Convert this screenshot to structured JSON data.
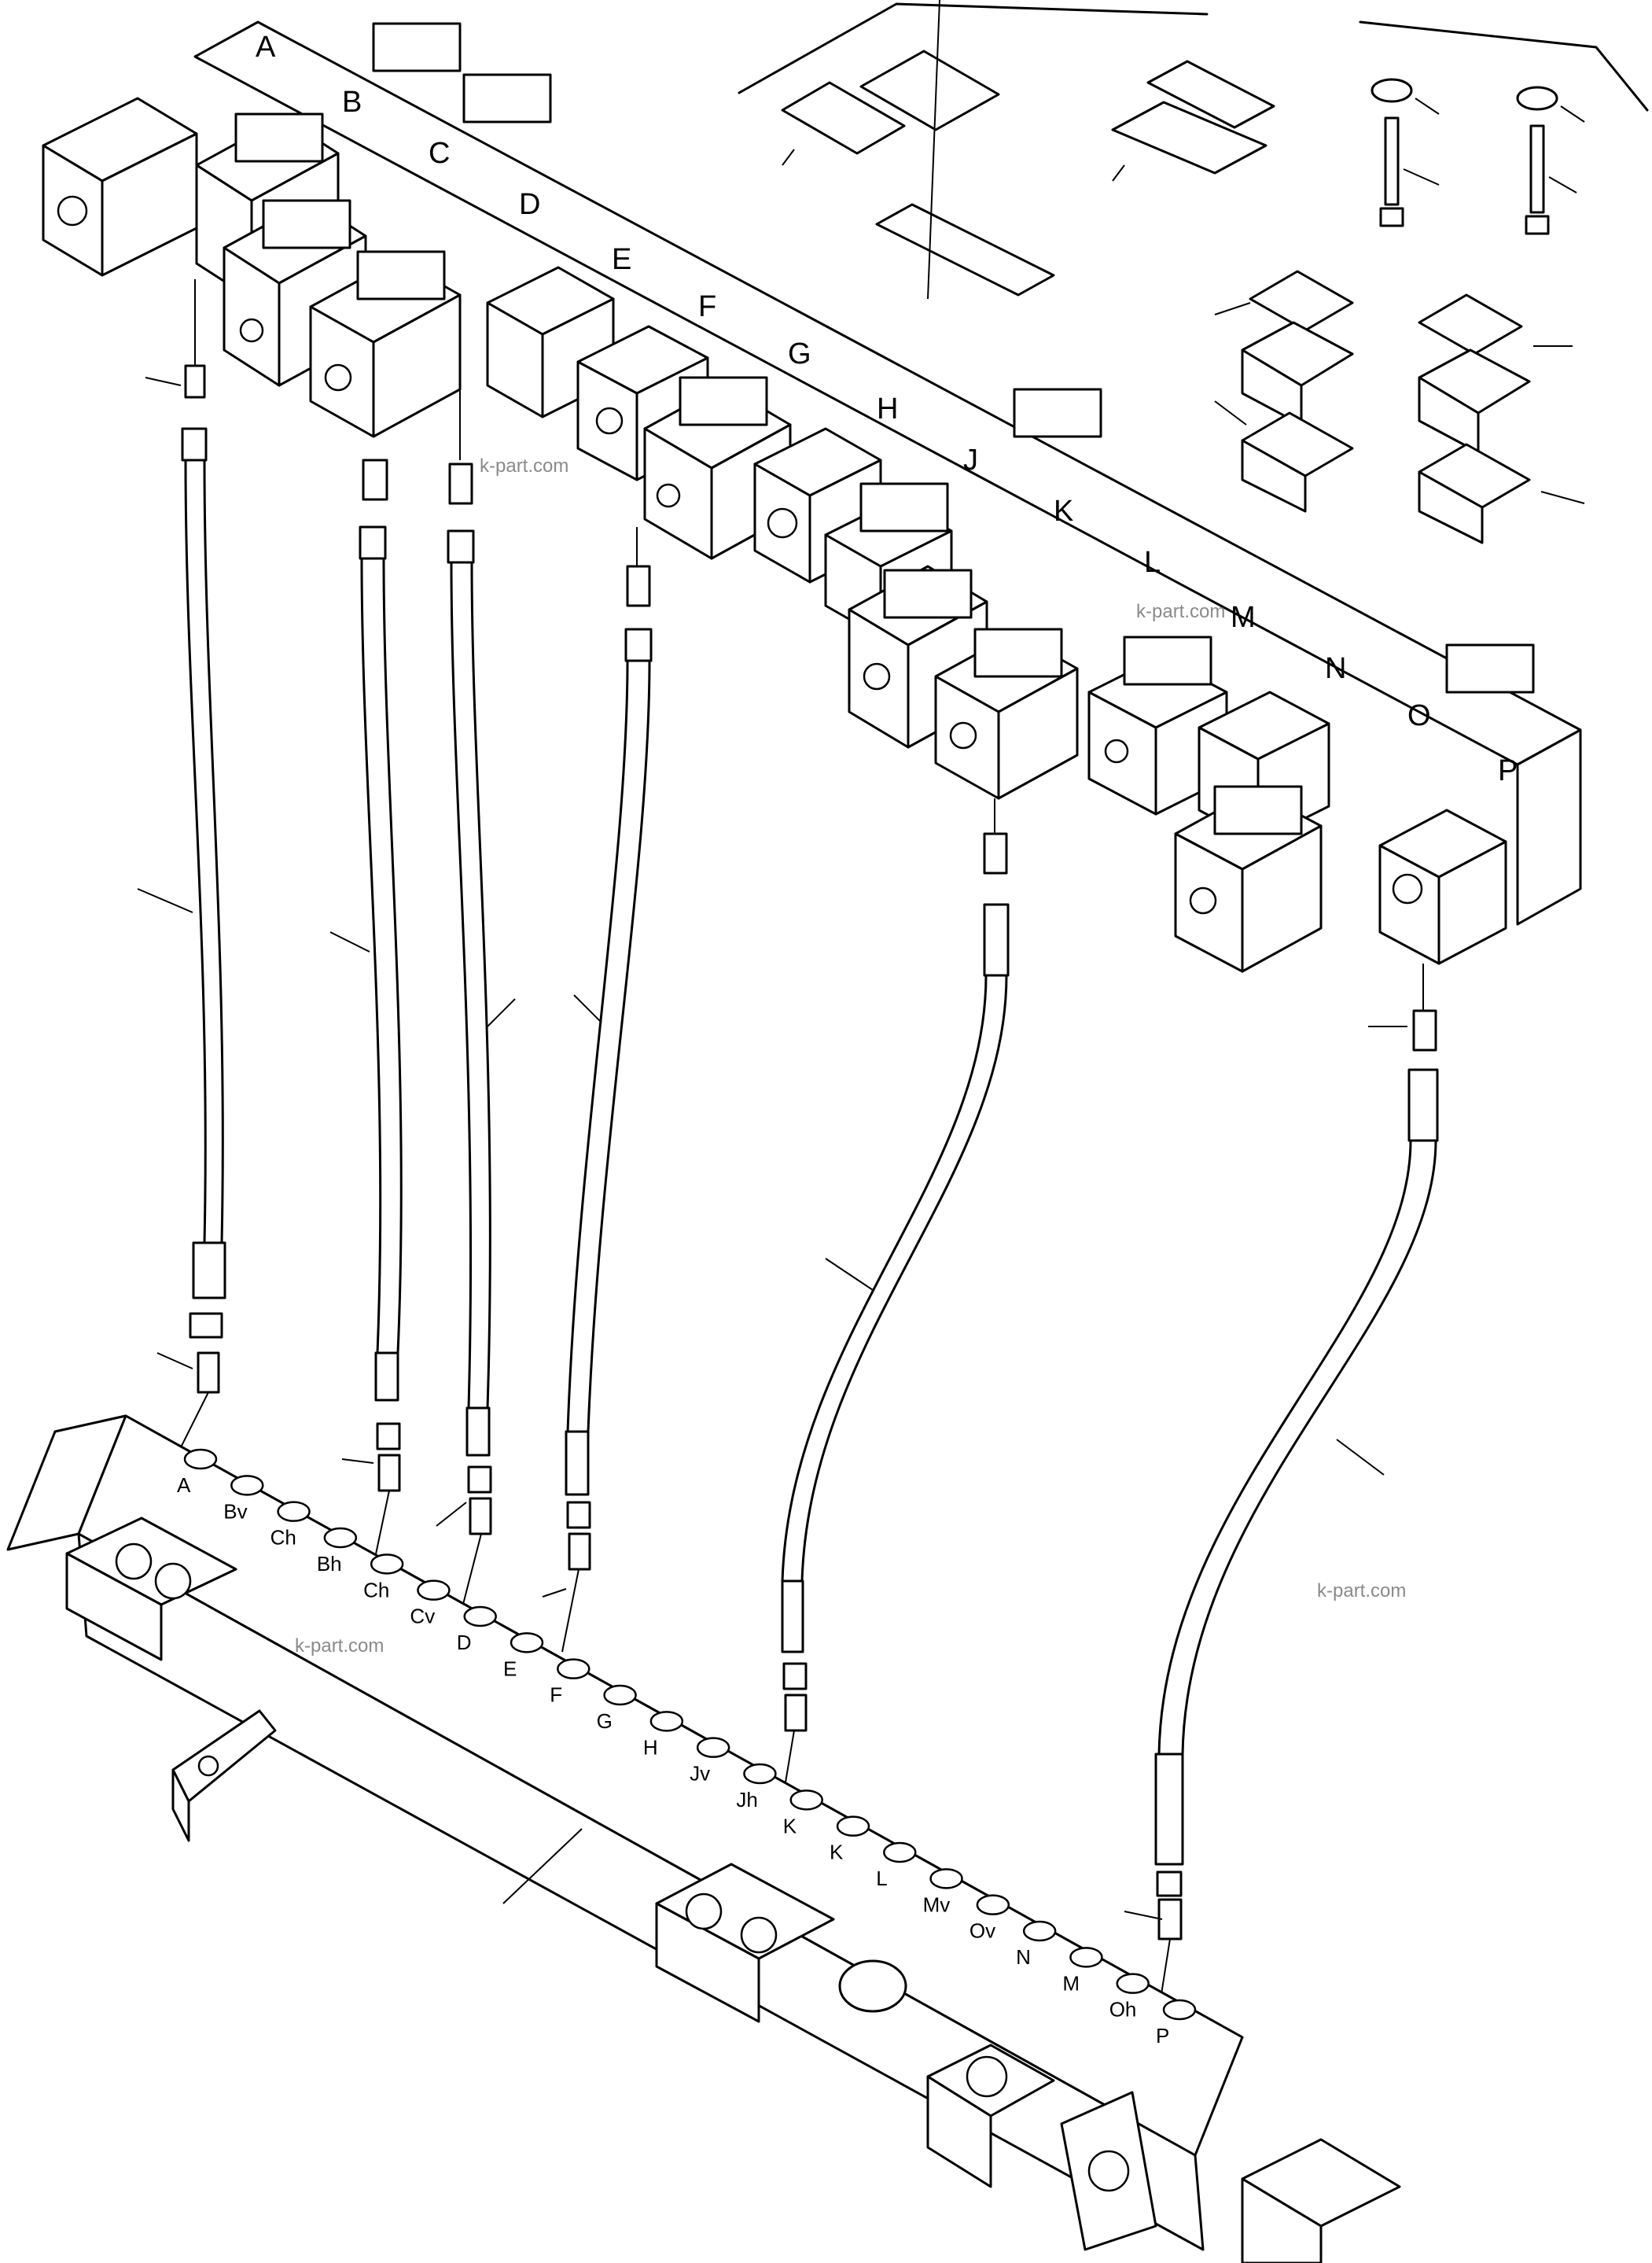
{
  "manifold_labels": [
    "A",
    "B",
    "C",
    "D",
    "E",
    "F",
    "G",
    "H",
    "J",
    "K",
    "L",
    "M",
    "N",
    "O",
    "P"
  ],
  "port_labels": [
    "A",
    "Bv",
    "Ch",
    "Bh",
    "Ch",
    "Cv",
    "D",
    "E",
    "F",
    "G",
    "H",
    "Jv",
    "Jh",
    "K",
    "K",
    "L",
    "Mv",
    "Ov",
    "N",
    "M",
    "Oh",
    "P"
  ],
  "watermark": "k-part.com",
  "colors": {
    "line": "#000000",
    "background": "#ffffff",
    "watermark": "#8a8a8a"
  }
}
